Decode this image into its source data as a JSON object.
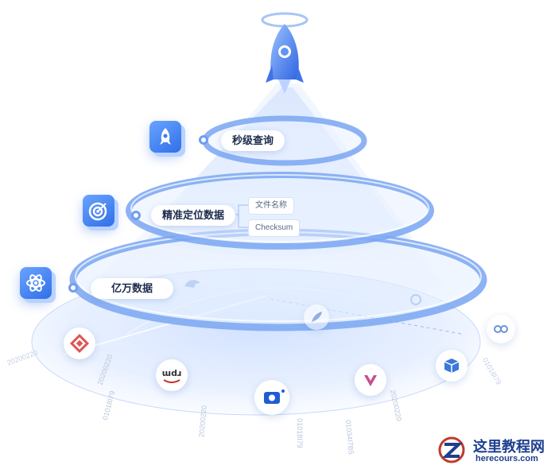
{
  "levels": [
    {
      "label": "秒级查询",
      "icon": "rocket-icon"
    },
    {
      "label": "精准定位数据",
      "icon": "target-icon"
    },
    {
      "label": "亿万数据",
      "icon": "atom-icon"
    }
  ],
  "precise_tags": [
    "文件名称",
    "Checksum"
  ],
  "base_logos": [
    "dolphin-icon",
    "circle-icon",
    "feather-icon",
    "diamond-logo-icon",
    "rpm-logo-icon",
    "camera-logo-icon",
    "vue-logo-icon",
    "box-logo-icon",
    "link-logo-icon"
  ],
  "floor_numbers": [
    "20200220",
    "01018I79",
    "20200220",
    "01018I79",
    "01034I7B5",
    "20200220",
    "01018I79",
    "20200220"
  ],
  "watermark": {
    "title": "这里教程网",
    "url": "herecours.com"
  },
  "colors": {
    "primary": "#3f7bea",
    "ring": "#6f9df0",
    "light": "#dce9ff"
  }
}
